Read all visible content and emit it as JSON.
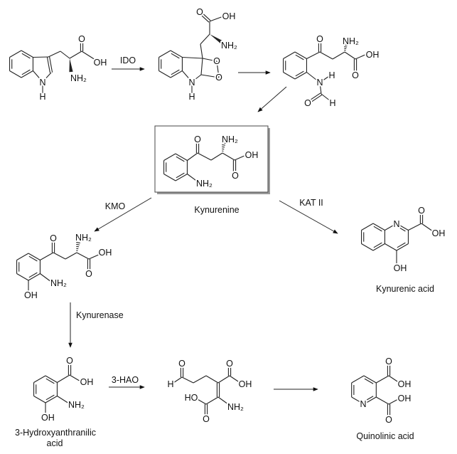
{
  "atoms": {
    "O": "O",
    "OH": "OH",
    "HO": "HO",
    "NH2": "NH₂",
    "N": "N",
    "H": "H"
  },
  "enzymes": {
    "ido": "IDO",
    "kmo": "KMO",
    "kat2": "KAT II",
    "kynurenase": "Kynurenase",
    "hao": "3-HAO"
  },
  "compounds": {
    "kynurenine": "Kynurenine",
    "kynurenic_acid": "Kynurenic acid",
    "hydroxyanthranilic_line1": "3-Hydroxyanthranilic",
    "hydroxyanthranilic_line2": "acid",
    "quinolinic_acid": "Quinolinic acid"
  },
  "colors": {
    "line": "#222222",
    "box_border": "#444444",
    "box_shadow": "#9a9a9a"
  }
}
